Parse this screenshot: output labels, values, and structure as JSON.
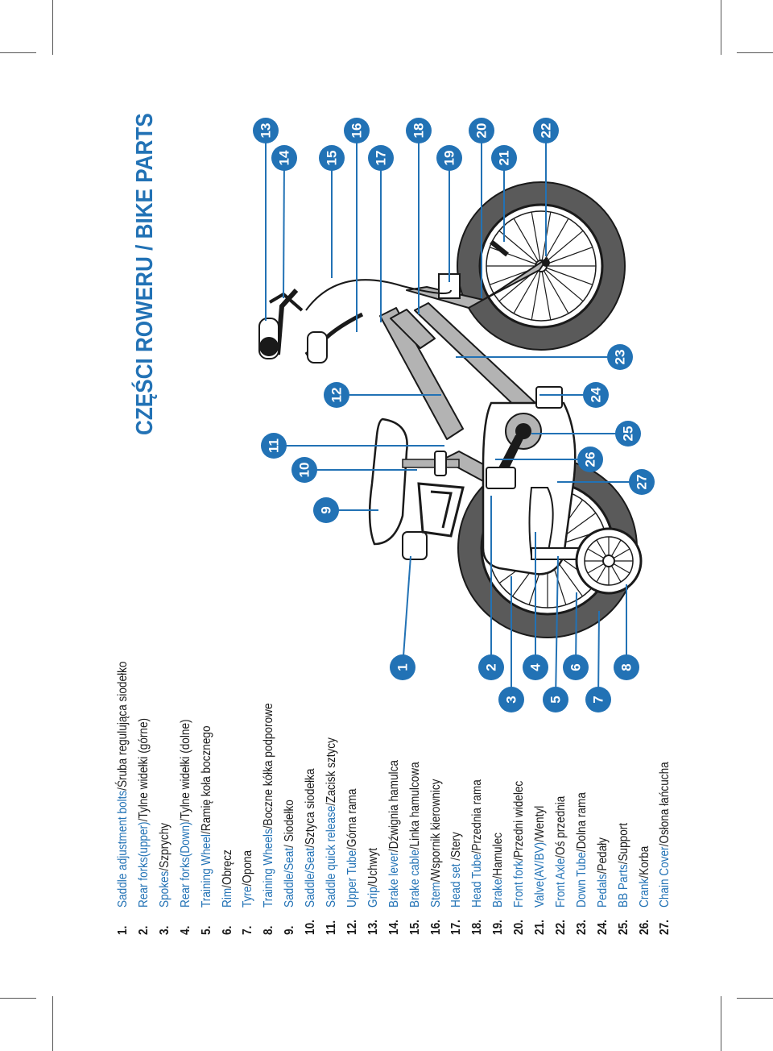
{
  "title": "CZĘŚCI ROWERU / BIKE PARTS",
  "colors": {
    "accent": "#2272b5",
    "frame": "#b3b3b3",
    "tyre": "#5a5a5a",
    "ink": "#1a1a1a"
  },
  "parts": [
    {
      "num": "1.",
      "en": "Saddle adjustment bolts",
      "pl": "Śruba regulująca siodełko"
    },
    {
      "num": "2.",
      "en": "Rear forks(upper)",
      "pl": "Tylne widełki (górne)"
    },
    {
      "num": "3.",
      "en": "Spokes",
      "pl": "Szprychy"
    },
    {
      "num": "4.",
      "en": "Rear forks(Down)",
      "pl": "Tylne widełki (dolne)"
    },
    {
      "num": "5.",
      "en": "Training Wheel",
      "pl": "Ramię koła bocznego"
    },
    {
      "num": "6.",
      "en": "Rim",
      "pl": "Obręcz"
    },
    {
      "num": "7.",
      "en": "Tyre",
      "pl": "Opona"
    },
    {
      "num": "8.",
      "en": "Training Wheels",
      "pl": "Boczne kółka podporowe"
    },
    {
      "num": "9.",
      "en": "Saddle/Seat",
      "pl": " Siodełko"
    },
    {
      "num": "10.",
      "en": "Saddle/Seat",
      "pl": "Sztyca siodełka"
    },
    {
      "num": "11.",
      "en": "Saddle quick release",
      "pl": "Zacisk sztycy"
    },
    {
      "num": "12.",
      "en": "Upper Tube",
      "pl": "Górna rama"
    },
    {
      "num": "13.",
      "en": "Grip",
      "pl": "Uchwyt"
    },
    {
      "num": "14.",
      "en": "Brake lever",
      "pl": "Dźwignia hamulca"
    },
    {
      "num": "15.",
      "en": "Brake cable",
      "pl": "Linka hamulcowa"
    },
    {
      "num": "16.",
      "en": "Stem",
      "pl": "Wspornik kierownicy"
    },
    {
      "num": "17.",
      "en": "Head set ",
      "pl": "Stery"
    },
    {
      "num": "18.",
      "en": "Head Tube",
      "pl": "Przednia rama"
    },
    {
      "num": "19.",
      "en": "Brake",
      "pl": "Hamulec"
    },
    {
      "num": "20.",
      "en": "Front fork",
      "pl": "Przedni widelec"
    },
    {
      "num": "21.",
      "en": "Valve(AV/BV)",
      "pl": "Wentyl"
    },
    {
      "num": "22.",
      "en": "Front Axle",
      "pl": "Oś przednia"
    },
    {
      "num": "23.",
      "en": "Down Tube",
      "pl": "Dolna rama"
    },
    {
      "num": "24.",
      "en": "Pedals",
      "pl": "Pedały"
    },
    {
      "num": "25.",
      "en": "BB Parts",
      "pl": "Support"
    },
    {
      "num": "26.",
      "en": "Crank",
      "pl": "Korba"
    },
    {
      "num": "27.",
      "en": "Chain Cover",
      "pl": "Osłona łańcucha"
    }
  ],
  "callouts": [
    "1",
    "2",
    "3",
    "4",
    "5",
    "6",
    "7",
    "8",
    "9",
    "10",
    "11",
    "12",
    "13",
    "14",
    "15",
    "16",
    "17",
    "18",
    "19",
    "20",
    "21",
    "22",
    "23",
    "24",
    "25",
    "26",
    "27"
  ]
}
